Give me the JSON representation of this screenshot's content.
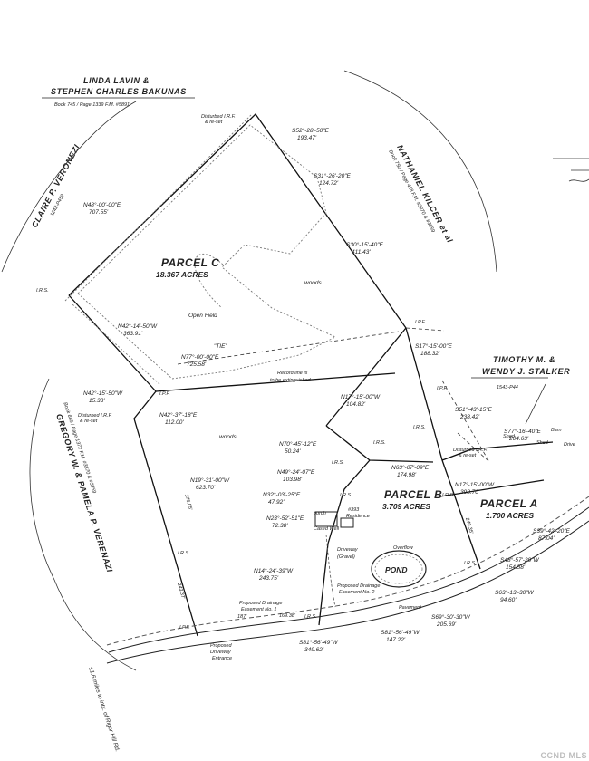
{
  "owners": {
    "north": {
      "line1": "LINDA LAVIN &",
      "line2": "STEPHEN CHARLES BAKUNAS",
      "ref": "Book 745 / Page 1339  F.M. #5891"
    },
    "west": {
      "name": "CLAIRE P. VERONEZI",
      "ref": "1242-P459"
    },
    "east": {
      "name": "NATHANIEL KILCER et al",
      "ref": "Book 792 / Page 418  F.M. #3870 & #3859"
    },
    "southeast": {
      "line1": "TIMOTHY M. &",
      "line2": "WENDY J. STALKER",
      "ref": "1543-P44"
    },
    "southwest": {
      "name": "GREGORY W. & PAMELA P. VERENAZI",
      "ref": "Book 665 / Page 1372  F.M. #3870 & #3859"
    }
  },
  "parcels": {
    "c": {
      "name": "PARCEL C",
      "area": "18.367 ACRES"
    },
    "b": {
      "name": "PARCEL B",
      "area": "3.709 ACRES"
    },
    "a": {
      "name": "PARCEL A",
      "area": "1.700 ACRES"
    }
  },
  "calls": [
    {
      "bearing": "S52°-28'-50\"E",
      "distance": "193.47'"
    },
    {
      "bearing": "S31°-26'-20\"E",
      "distance": "124.72'"
    },
    {
      "bearing": "S30°-15'-40\"E",
      "distance": "411.43'"
    },
    {
      "bearing": "S17°-15'-00\"E",
      "distance": "188.32'"
    },
    {
      "bearing": "N48°-00'-00\"E",
      "distance": "707.55'"
    },
    {
      "bearing": "N42°-14'-50\"W",
      "distance": "363.91'"
    },
    {
      "bearing": "N77°-00'-00\"E",
      "distance": "725.58'"
    },
    {
      "bearing": "N42°-15'-50\"W",
      "distance": "15.33'"
    },
    {
      "bearing": "N42°-37'-18\"E",
      "distance": "112.00'"
    },
    {
      "bearing": "N17°-15'-00\"W",
      "distance": "104.82'"
    },
    {
      "bearing": "S51°-43'-15\"E",
      "distance": "238.42'"
    },
    {
      "bearing": "S77°-16'-40\"E",
      "distance": "204.63'"
    },
    {
      "bearing": "N70°-45'-12\"E",
      "distance": "50.24'"
    },
    {
      "bearing": "N49°-24'-07\"E",
      "distance": "103.98'"
    },
    {
      "bearing": "N63°-07'-09\"E",
      "distance": "174.98'"
    },
    {
      "bearing": "N32°-03'-25\"E",
      "distance": "47.92'"
    },
    {
      "bearing": "N23°-52'-51\"E",
      "distance": "72.38'"
    },
    {
      "bearing": "N19°-31'-00\"W",
      "distance": "623.70'"
    },
    {
      "bearing": "N17°-15'-00\"W",
      "distance": "398.70'"
    },
    {
      "bearing": "N14°-24'-39\"W",
      "distance": "243.75'"
    },
    {
      "bearing": "S39°-42'-20\"E",
      "distance": "87.04'"
    },
    {
      "bearing": "S48°-57'-29\"W",
      "distance": "154.58'"
    },
    {
      "bearing": "S63°-13'-30\"W",
      "distance": "94.60'"
    },
    {
      "bearing": "S69°-30'-30\"W",
      "distance": "205.69'"
    },
    {
      "bearing": "S81°-56'-49\"W",
      "distance": "147.22'"
    },
    {
      "bearing": "S81°-56'-49\"W",
      "distance": "349.62'"
    }
  ],
  "labels": {
    "tie": "\"TIE\"",
    "record_line": "Record line is",
    "record_line2": "to be extinguished",
    "woods": "woods",
    "open_field": "Open Field",
    "pond": "POND",
    "residence_num": "#393",
    "residence": "Residence",
    "porch": "porch",
    "cased_well": "Cased Well",
    "driveway": "Driveway",
    "gravel": "(Gravel)",
    "prop_drain": "Proposed Drainage",
    "easement2": "Easement No. 2",
    "easement1": "Easement No. 1",
    "pavement": "Pavement",
    "prop_drive": "Proposed",
    "prop_drive2": "Driveway",
    "prop_drive3": "Entrance",
    "overflow": "Overflow",
    "shed": "Shed",
    "barn": "Barn",
    "drive": "Drive",
    "disturbed1": "Disturbed I.R.F.",
    "reset": "& re-set",
    "ipf": "I.P.F.",
    "irs": "I.R.S.",
    "road": "±1.6 miles to intx. of Rigor Hill Rd.",
    "d1": "375.05'",
    "d2": "243.37'",
    "d3": "240.35'",
    "d4": "187'",
    "d5": "169.38'"
  },
  "watermark": "CCND MLS"
}
